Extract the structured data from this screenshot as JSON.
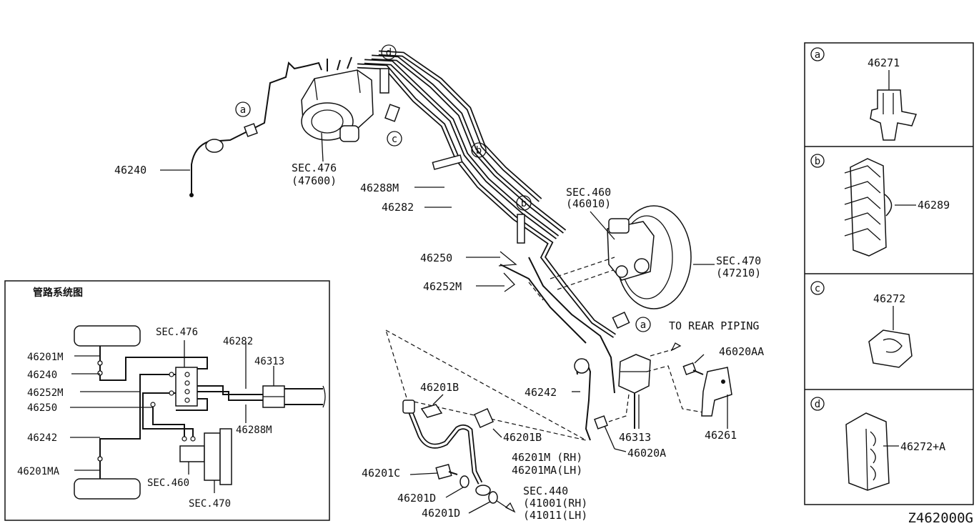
{
  "diagram_code": "Z462000G",
  "main": {
    "label_46240": "46240",
    "label_sec476": "SEC.476",
    "label_sec476_sub": "(47600)",
    "label_46288M": "46288M",
    "label_46282": "46282",
    "label_sec460": "SEC.460",
    "label_sec460_sub": "(46010)",
    "label_sec470": "SEC.470",
    "label_sec470_sub": "(47210)",
    "label_46250": "46250",
    "label_46252M": "46252M",
    "label_to_rear": "TO REAR PIPING",
    "label_46020AA": "46020AA",
    "label_46242": "46242",
    "label_46313": "46313",
    "label_46020A": "46020A",
    "label_46261": "46261",
    "label_46201B_top": "46201B",
    "label_46201B_side": "46201B",
    "label_46201M_rh": "46201M  (RH)",
    "label_46201MA_lh": "46201MA(LH)",
    "label_46201C": "46201C",
    "label_46201D_1": "46201D",
    "label_46201D_2": "46201D",
    "label_sec440": "SEC.440",
    "label_41001": "(41001(RH)",
    "label_41011": "(41011(LH)",
    "marker_a": "a",
    "marker_b": "b",
    "marker_c": "c",
    "marker_d": "d"
  },
  "inset": {
    "title": "管路系统图",
    "l_46201M": "46201M",
    "l_46240": "46240",
    "l_46252M": "46252M",
    "l_46250": "46250",
    "l_46242": "46242",
    "l_46201MA": "46201MA",
    "l_sec476": "SEC.476",
    "l_46282": "46282",
    "l_46313": "46313",
    "l_46288M": "46288M",
    "l_sec460": "SEC.460",
    "l_sec470": "SEC.470"
  },
  "parts_panel": [
    {
      "marker": "a",
      "part": "46271"
    },
    {
      "marker": "b",
      "part": "46289"
    },
    {
      "marker": "c",
      "part": "46272"
    },
    {
      "marker": "d",
      "part": "46272+A"
    }
  ]
}
